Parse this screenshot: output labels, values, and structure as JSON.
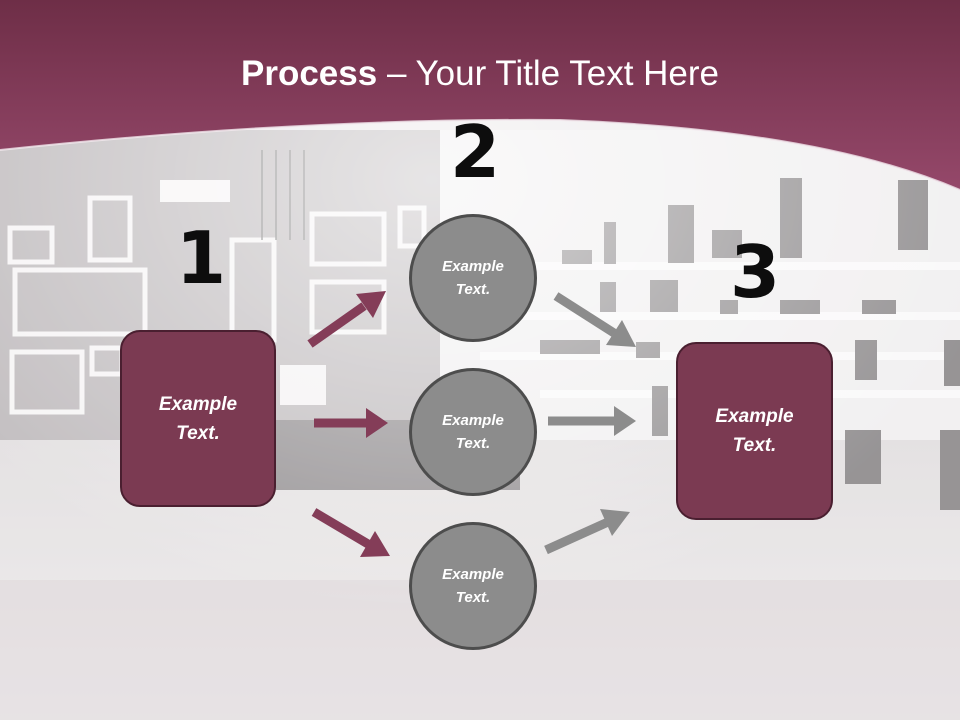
{
  "title": {
    "bold": "Process",
    "rest": " – Your Title Text Here"
  },
  "numbers": [
    "1",
    "2",
    "3"
  ],
  "boxes": {
    "left": {
      "line1": "Example",
      "line2": "Text."
    },
    "right": {
      "line1": "Example",
      "line2": "Text."
    }
  },
  "circles": [
    {
      "line1": "Example",
      "line2": "Text."
    },
    {
      "line1": "Example",
      "line2": "Text."
    },
    {
      "line1": "Example",
      "line2": "Text."
    }
  ],
  "colors": {
    "header": "#8a3a5a",
    "box_fill": "#7b3a52",
    "box_border": "#4a1f30",
    "arrow_maroon": "#843d58",
    "arrow_gray": "#8c8c8c",
    "circle_fill": "#8c8c8c",
    "circle_border": "#4d4d4d"
  }
}
